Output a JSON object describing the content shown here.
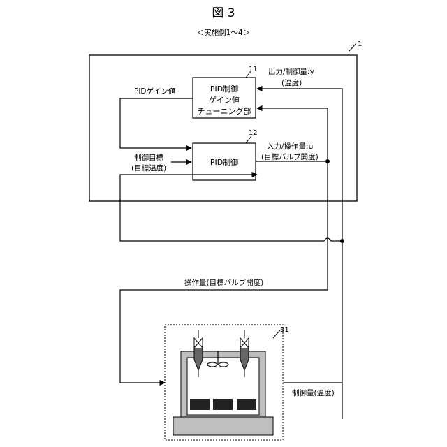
{
  "figure": {
    "title": "図 3",
    "subtitle": "＜実施例1～4＞"
  },
  "controller": {
    "ref": "1",
    "tuning_block": {
      "ref": "11",
      "lines": [
        "PID制御",
        "ゲイン値",
        "チューニング部"
      ]
    },
    "pid_block": {
      "ref": "12",
      "label": "PID制御"
    }
  },
  "signals": {
    "pid_gain": "PIDゲイン値",
    "target_lines": [
      "制御目標",
      "(目標温度)"
    ],
    "output_lines": [
      "出力/制御量:y",
      "(温度)"
    ],
    "input_lines": [
      "入力/操作量:u",
      "(目標バルブ開度)"
    ],
    "manipulated": "操作量(目標バルブ開度)",
    "controlled": "制御量(温度)"
  },
  "plant": {
    "ref": "31"
  }
}
